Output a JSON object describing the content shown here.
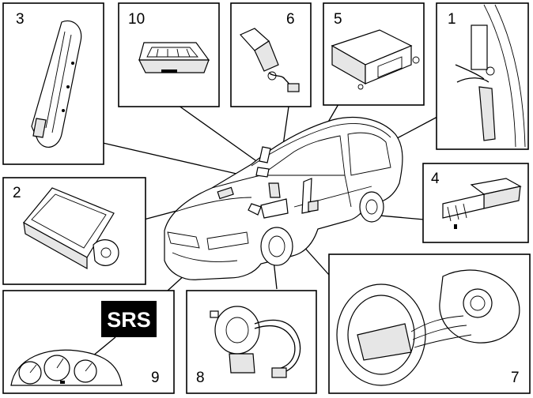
{
  "diagram": {
    "callouts": [
      {
        "id": "p1",
        "label": "1"
      },
      {
        "id": "p2",
        "label": "2"
      },
      {
        "id": "p3",
        "label": "3"
      },
      {
        "id": "p4",
        "label": "4"
      },
      {
        "id": "p5",
        "label": "5"
      },
      {
        "id": "p6",
        "label": "6"
      },
      {
        "id": "p7",
        "label": "7"
      },
      {
        "id": "p8",
        "label": "8"
      },
      {
        "id": "p9",
        "label": "9"
      },
      {
        "id": "p10",
        "label": "10"
      }
    ],
    "warning_label": "SRS"
  }
}
